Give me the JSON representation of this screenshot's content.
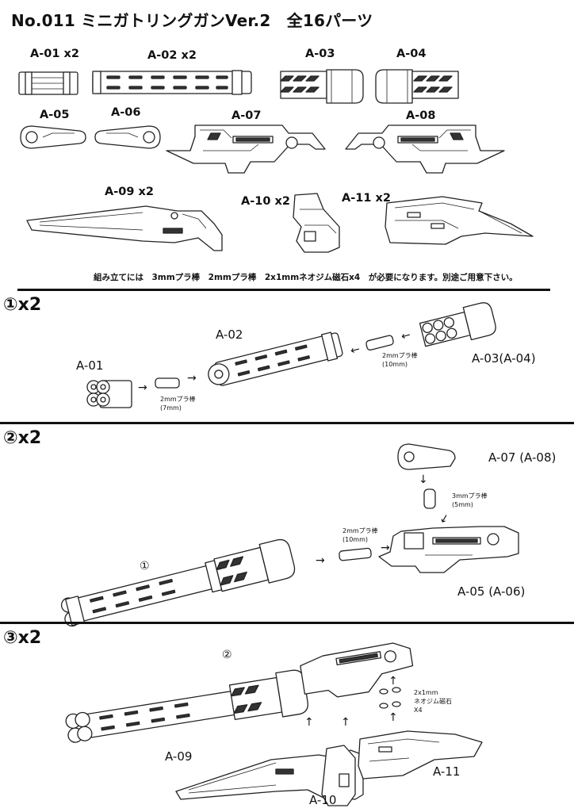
{
  "title": "No.011 ミニガトリングガンVer.2　全16パーツ",
  "parts": {
    "a01": "A-01 x2",
    "a02": "A-02 x2",
    "a03": "A-03",
    "a04": "A-04",
    "a05": "A-05",
    "a06": "A-06",
    "a07": "A-07",
    "a08": "A-08",
    "a09": "A-09 x2",
    "a10": "A-10 x2",
    "a11": "A-11 x2"
  },
  "requirements_note": "組み立てには　3mmプラ棒　2mmプラ棒　2x1mmネオジム磁石x4　が必要になります。別途ご用意下さい。",
  "step1": {
    "header": "①x2",
    "label_a01": "A-01",
    "label_a02": "A-02",
    "label_a03": "A-03(A-04)",
    "rod_7_line1": "2mmプラ棒",
    "rod_7_line2": "(7mm)",
    "rod_10_line1": "2mmプラ棒",
    "rod_10_line2": "(10mm)"
  },
  "step2": {
    "header": "②x2",
    "label_a07": "A-07 (A-08)",
    "label_a05": "A-05 (A-06)",
    "circle_ref": "①",
    "rod_5_line1": "3mmプラ棒",
    "rod_5_line2": "(5mm)",
    "rod_10_line1": "2mmプラ棒",
    "rod_10_line2": "(10mm)"
  },
  "step3": {
    "header": "③x2",
    "circle_ref": "②",
    "label_a09": "A-09",
    "label_a10": "A-10",
    "label_a11": "A-11",
    "magnet_line1": "2x1mm",
    "magnet_line2": "ネオジム磁石",
    "magnet_line3": "X4"
  },
  "arrow_glyph": "→",
  "up_arrow_glyph": "↑",
  "down_arrow_glyph": "↓"
}
